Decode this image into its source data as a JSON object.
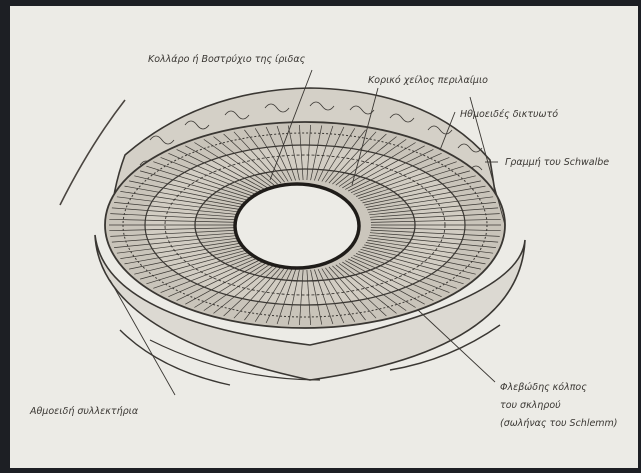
{
  "labels": {
    "collarette": "Κολλάρο ή Βοστρύχιο της ίριδας",
    "pupil_margin": "Κορικό χείλος περιλαίμιο",
    "ciliary_body": "Ηθμοειδές δικτυωτό",
    "schwalbe_line": "Γραμμή του Schwalbe",
    "aqueous_veins": "Αθμοειδή συλλεκτήρια",
    "schlemm_l1": "Φλεβώδης κόλπος",
    "schlemm_l2": "του σκληρού",
    "schlemm_l3": "(σωλήνας του Schlemm)"
  },
  "colors": {
    "background_dark": "#1d1f24",
    "paper": "#ecebe6",
    "ink": "#3a3733"
  }
}
